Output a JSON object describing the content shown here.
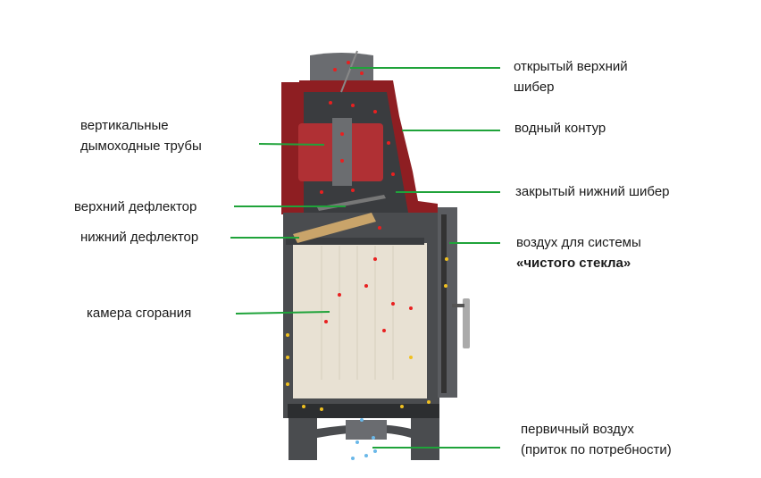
{
  "labels": {
    "open_upper_damper": [
      "открытый верхний",
      "шибер"
    ],
    "water_jacket": "водный контур",
    "vertical_flue_tubes": [
      "вертикальные",
      "дымоходные трубы"
    ],
    "closed_lower_damper": "закрытый нижний шибер",
    "upper_deflector": "верхний дефлектор",
    "lower_deflector": "нижний дефлектор",
    "clean_glass_air": [
      "воздух для системы",
      "«чистого стекла»"
    ],
    "combustion_chamber": "камера сгорания",
    "primary_air": [
      "первичный воздух",
      "(приток по потребности)"
    ]
  },
  "colors": {
    "leader_line": "#1fa33a",
    "water_jacket": "#8e1e22",
    "body": "#4a4c4f",
    "firebox": "#e8e1d3",
    "flue_arrow": "#e82020",
    "secondary_arrow": "#f0c020",
    "primary_air_arrow": "#6ab8e8"
  }
}
